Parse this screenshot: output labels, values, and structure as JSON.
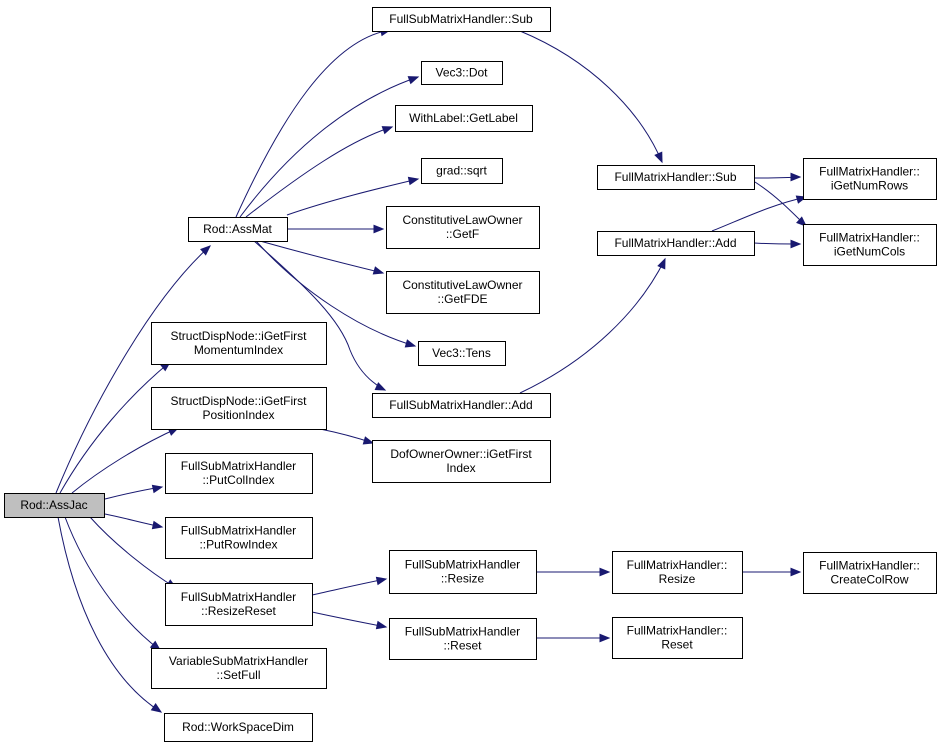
{
  "graph": {
    "edge_color": "#191970",
    "root_fill": "#bfbfbf",
    "nodes": {
      "ass_jac": [
        "Rod::AssJac"
      ],
      "ass_mat": [
        "Rod::AssMat"
      ],
      "momentum_index": [
        "StructDispNode::iGetFirst",
        "MomentumIndex"
      ],
      "position_index": [
        "StructDispNode::iGetFirst",
        "PositionIndex"
      ],
      "put_col_index": [
        "FullSubMatrixHandler",
        "::PutColIndex"
      ],
      "put_row_index": [
        "FullSubMatrixHandler",
        "::PutRowIndex"
      ],
      "resize_reset": [
        "FullSubMatrixHandler",
        "::ResizeReset"
      ],
      "set_full": [
        "VariableSubMatrixHandler",
        "::SetFull"
      ],
      "work_space_dim": [
        "Rod::WorkSpaceDim"
      ],
      "fsmh_sub": [
        "FullSubMatrixHandler::Sub"
      ],
      "vec3_dot": [
        "Vec3::Dot"
      ],
      "get_label": [
        "WithLabel::GetLabel"
      ],
      "grad_sqrt": [
        "grad::sqrt"
      ],
      "get_f": [
        "ConstitutiveLawOwner",
        "::GetF"
      ],
      "get_fde": [
        "ConstitutiveLawOwner",
        "::GetFDE"
      ],
      "vec3_tens": [
        "Vec3::Tens"
      ],
      "fsmh_add": [
        "FullSubMatrixHandler::Add"
      ],
      "dof_first_index": [
        "DofOwnerOwner::iGetFirst",
        "Index"
      ],
      "fsmh_resize": [
        "FullSubMatrixHandler",
        "::Resize"
      ],
      "fsmh_reset": [
        "FullSubMatrixHandler",
        "::Reset"
      ],
      "fmh_sub": [
        "FullMatrixHandler::Sub"
      ],
      "fmh_add": [
        "FullMatrixHandler::Add"
      ],
      "fmh_resize": [
        "FullMatrixHandler::",
        "Resize"
      ],
      "fmh_reset": [
        "FullMatrixHandler::",
        "Reset"
      ],
      "num_rows": [
        "FullMatrixHandler::",
        "iGetNumRows"
      ],
      "num_cols": [
        "FullMatrixHandler::",
        "iGetNumCols"
      ],
      "create_col_row": [
        "FullMatrixHandler::",
        "CreateColRow"
      ]
    },
    "edges": [
      [
        "ass_jac",
        "ass_mat"
      ],
      [
        "ass_jac",
        "momentum_index"
      ],
      [
        "ass_jac",
        "position_index"
      ],
      [
        "ass_jac",
        "put_col_index"
      ],
      [
        "ass_jac",
        "put_row_index"
      ],
      [
        "ass_jac",
        "resize_reset"
      ],
      [
        "ass_jac",
        "set_full"
      ],
      [
        "ass_jac",
        "work_space_dim"
      ],
      [
        "ass_mat",
        "fsmh_sub"
      ],
      [
        "ass_mat",
        "vec3_dot"
      ],
      [
        "ass_mat",
        "get_label"
      ],
      [
        "ass_mat",
        "grad_sqrt"
      ],
      [
        "ass_mat",
        "get_f"
      ],
      [
        "ass_mat",
        "get_fde"
      ],
      [
        "ass_mat",
        "vec3_tens"
      ],
      [
        "ass_mat",
        "fsmh_add"
      ],
      [
        "position_index",
        "dof_first_index"
      ],
      [
        "resize_reset",
        "fsmh_resize"
      ],
      [
        "resize_reset",
        "fsmh_reset"
      ],
      [
        "fsmh_sub",
        "fmh_sub"
      ],
      [
        "fsmh_add",
        "fmh_add"
      ],
      [
        "fsmh_resize",
        "fmh_resize"
      ],
      [
        "fsmh_reset",
        "fmh_reset"
      ],
      [
        "fmh_sub",
        "num_rows"
      ],
      [
        "fmh_sub",
        "num_cols"
      ],
      [
        "fmh_add",
        "num_rows"
      ],
      [
        "fmh_add",
        "num_cols"
      ],
      [
        "fmh_resize",
        "create_col_row"
      ]
    ]
  }
}
